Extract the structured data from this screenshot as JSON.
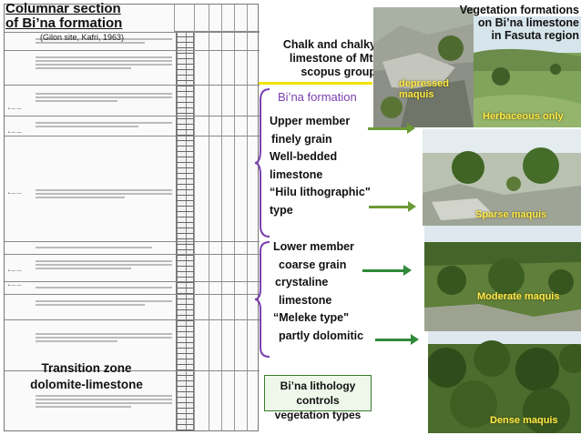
{
  "title": {
    "main_line1": "Columnar section",
    "main_line2": "of Bi’na formation",
    "subtitle": "(Gilon site, Kafri, 1963)"
  },
  "labels": {
    "chalk": "Chalk and chalky limestone of Mt. scopus group",
    "bina_formation": "Bi’na formation",
    "upper_member": [
      "Upper member",
      "finely grain",
      "Well-bedded",
      "limestone",
      "“Hilu lithographic\"",
      "type"
    ],
    "lower_member": [
      "Lower member",
      "coarse grain",
      "crystaline",
      "limestone",
      "“Meleke type\"",
      "partly dolomitic"
    ],
    "transition_line1": "Transition zone",
    "transition_line2": "dolomite-limestone",
    "controls_line1": "Bi’na lithology controls",
    "controls_line2": "vegetation types"
  },
  "vegetation": {
    "title_line1": "Vegetation formations",
    "title_line2": "on Bi’na limestone",
    "title_line3": "in Fasuta region",
    "depressed_line1": "depressed",
    "depressed_line2": "maquis",
    "herbaceous": "Herbaceous only",
    "sparse": "Sparse maquis",
    "moderate": "Moderate maquis",
    "dense": "Dense maquis"
  },
  "colors": {
    "accent_purple": "#7a3fb0",
    "yellow_line": "#f2e300",
    "arrow_green": "#6c9a35",
    "label_yellow": "#ffe94a"
  }
}
